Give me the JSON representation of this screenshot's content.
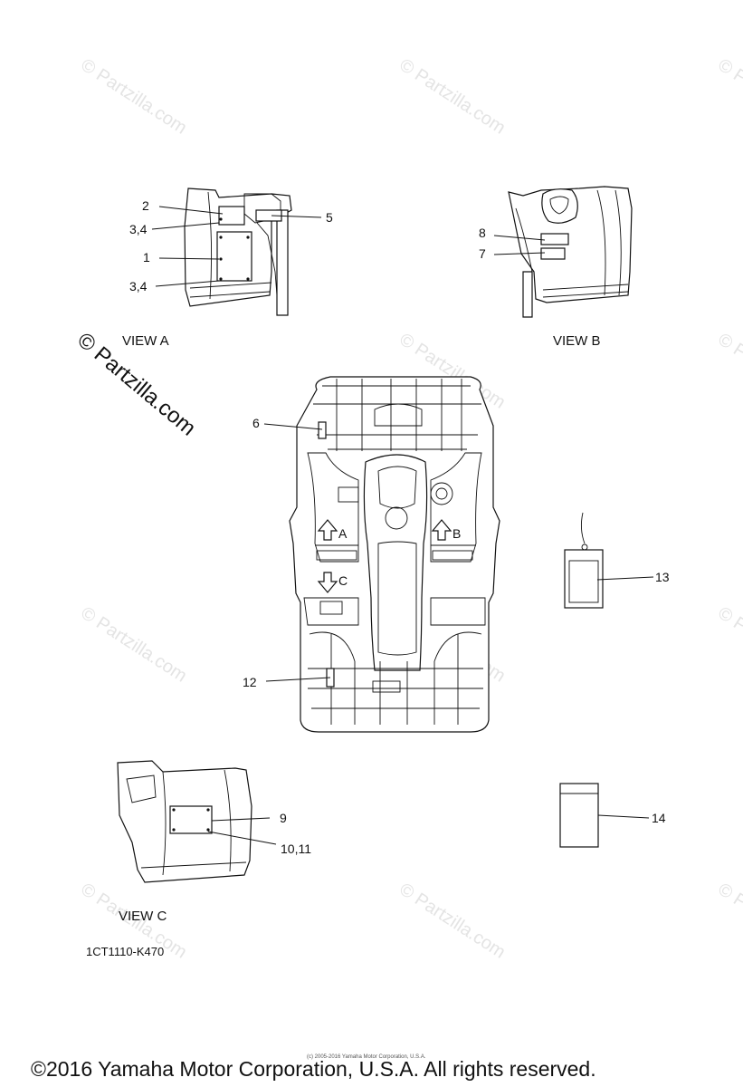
{
  "watermark": {
    "text": "© Partzilla.com",
    "prominent_text": "© Partzilla.com"
  },
  "views": {
    "view_a": "VIEW A",
    "view_b": "VIEW B",
    "view_c": "VIEW C"
  },
  "callouts": {
    "c1": "1",
    "c2": "2",
    "c34_top": "3,4",
    "c34_bottom": "3,4",
    "c5": "5",
    "c6": "6",
    "c7": "7",
    "c8": "8",
    "c9": "9",
    "c1011": "10,11",
    "c12": "12",
    "c13": "13",
    "c14": "14"
  },
  "arrow_labels": {
    "a": "A",
    "b": "B",
    "c": "C"
  },
  "diagram_code": "1CT1110-K470",
  "footer": {
    "copyright": "©2016 Yamaha Motor Corporation, U.S.A. All rights reserved.",
    "small_print": "(c) 2005-2016 Yamaha Motor Corporation, U.S.A."
  }
}
